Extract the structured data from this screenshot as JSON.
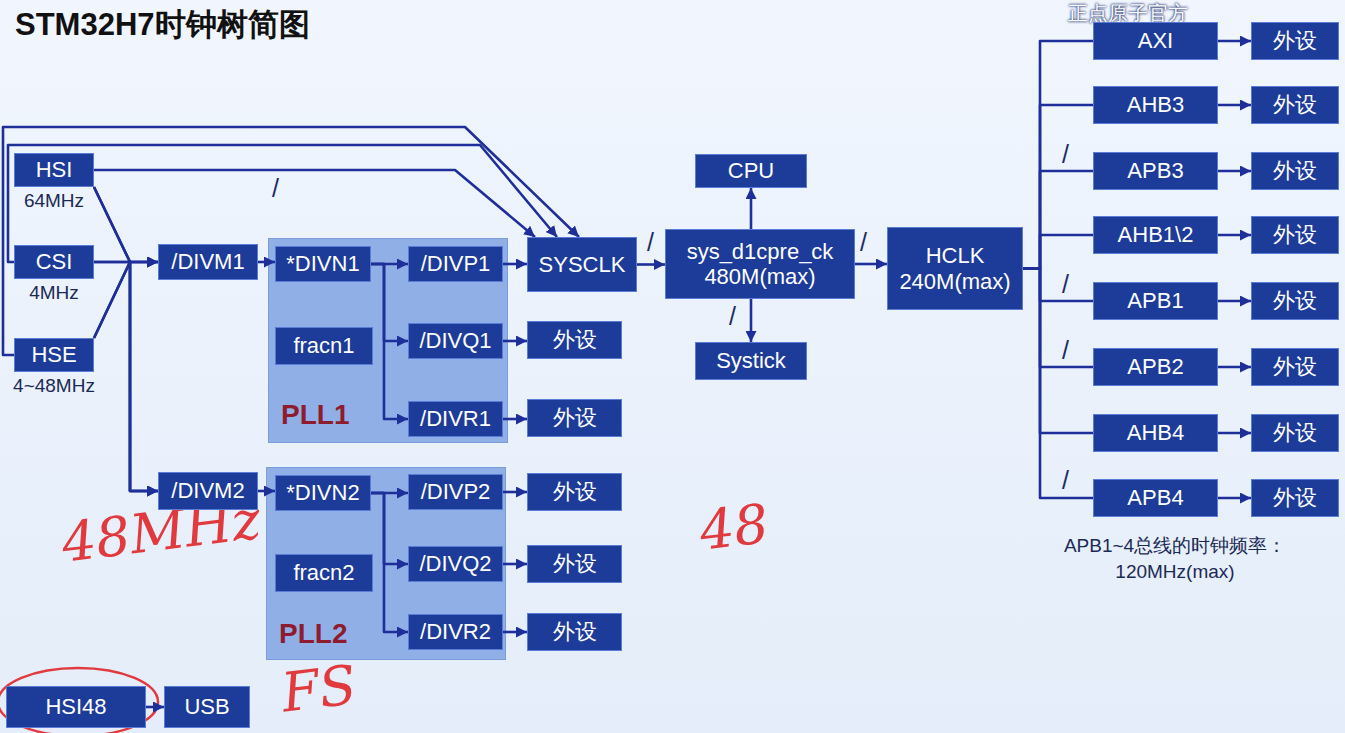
{
  "diagram": {
    "title": "STM32H7时钟树简图",
    "nodes": [
      {
        "text": [
          "HSI",
          "64MHz"
        ]
      },
      {
        "text": [
          "CSI",
          "4MHz"
        ]
      },
      {
        "text": [
          "HSE",
          "4~48MHz"
        ]
      },
      {
        "text": [
          "/DIVM1"
        ]
      },
      {
        "text": [
          "PLL1"
        ]
      },
      {
        "text": [
          "*DIVN1"
        ],
        "in": 4
      },
      {
        "text": [
          "fracn1"
        ],
        "in": 4
      },
      {
        "text": [
          "/DIVP1"
        ],
        "in": 4
      },
      {
        "text": [
          "/DIVQ1"
        ],
        "in": 4
      },
      {
        "text": [
          "/DIVR1"
        ],
        "in": 4
      },
      {
        "text": [
          "外设"
        ]
      },
      {
        "text": [
          "外设"
        ]
      },
      {
        "text": [
          "SYSCLK"
        ]
      },
      {
        "text": [
          "/DIVM2"
        ]
      },
      {
        "text": [
          "PLL2"
        ]
      },
      {
        "text": [
          "*DIVN2"
        ],
        "in": 14
      },
      {
        "text": [
          "fracn2"
        ],
        "in": 14
      },
      {
        "text": [
          "/DIVP2"
        ],
        "in": 14
      },
      {
        "text": [
          "/DIVQ2"
        ],
        "in": 14
      },
      {
        "text": [
          "/DIVR2"
        ],
        "in": 14
      },
      {
        "text": [
          "外设"
        ]
      },
      {
        "text": [
          "外设"
        ]
      },
      {
        "text": [
          "外设"
        ]
      },
      {
        "text": [
          "CPU"
        ]
      },
      {
        "text": [
          "sys_d1cpre_ck 480M(max)"
        ]
      },
      {
        "text": [
          "Systick"
        ]
      },
      {
        "text": [
          "HCLK 240M(max)"
        ]
      },
      {
        "text": [
          "AXI"
        ]
      },
      {
        "text": [
          "外设"
        ]
      },
      {
        "text": [
          "AHB3"
        ]
      },
      {
        "text": [
          "外设"
        ]
      },
      {
        "text": [
          "APB3"
        ]
      },
      {
        "text": [
          "外设"
        ]
      },
      {
        "text": [
          "AHB1\\2"
        ]
      },
      {
        "text": [
          "外设"
        ]
      },
      {
        "text": [
          "APB1"
        ]
      },
      {
        "text": [
          "外设"
        ]
      },
      {
        "text": [
          "APB2"
        ]
      },
      {
        "text": [
          "外设"
        ]
      },
      {
        "text": [
          "AHB4"
        ]
      },
      {
        "text": [
          "外设"
        ]
      },
      {
        "text": [
          "APB4"
        ]
      },
      {
        "text": [
          "外设"
        ]
      },
      {
        "text": [
          "HSI48"
        ]
      },
      {
        "text": [
          "USB"
        ]
      }
    ],
    "edges": [
      {
        "from": 0,
        "to": 12,
        "arrow": "to"
      },
      {
        "from": 1,
        "to": 12,
        "arrow": "to"
      },
      {
        "from": 2,
        "to": 12,
        "arrow": "to"
      },
      {
        "from": 0,
        "to": 3,
        "arrow": "to"
      },
      {
        "from": 1,
        "to": 3,
        "arrow": "to"
      },
      {
        "from": 2,
        "to": 3,
        "arrow": "to"
      },
      {
        "from": 0,
        "to": 13,
        "arrow": "to"
      },
      {
        "from": 1,
        "to": 13,
        "arrow": "to"
      },
      {
        "from": 2,
        "to": 13,
        "arrow": "to"
      },
      {
        "from": 3,
        "to": 5,
        "arrow": "to"
      },
      {
        "from": 5,
        "to": 7,
        "arrow": "to"
      },
      {
        "from": 5,
        "to": 8,
        "arrow": "to"
      },
      {
        "from": 5,
        "to": 9,
        "arrow": "to"
      },
      {
        "from": 7,
        "to": 12,
        "arrow": "to"
      },
      {
        "from": 8,
        "to": 10,
        "arrow": "to"
      },
      {
        "from": 9,
        "to": 11,
        "arrow": "to"
      },
      {
        "from": 13,
        "to": 15,
        "arrow": "to"
      },
      {
        "from": 15,
        "to": 17,
        "arrow": "to"
      },
      {
        "from": 15,
        "to": 18,
        "arrow": "to"
      },
      {
        "from": 15,
        "to": 19,
        "arrow": "to"
      },
      {
        "from": 17,
        "to": 20,
        "arrow": "to"
      },
      {
        "from": 18,
        "to": 21,
        "arrow": "to"
      },
      {
        "from": 19,
        "to": 22,
        "arrow": "to"
      },
      {
        "from": 12,
        "to": 24,
        "arrow": "to"
      },
      {
        "from": 24,
        "to": 23,
        "arrow": "to"
      },
      {
        "from": 24,
        "to": 25,
        "arrow": "to"
      },
      {
        "from": 24,
        "to": 26,
        "arrow": "to"
      },
      {
        "from": 26,
        "to": 27,
        "arrow": "none"
      },
      {
        "from": 26,
        "to": 29,
        "arrow": "none"
      },
      {
        "from": 26,
        "to": 31,
        "arrow": "none"
      },
      {
        "from": 26,
        "to": 33,
        "arrow": "none"
      },
      {
        "from": 26,
        "to": 35,
        "arrow": "none"
      },
      {
        "from": 26,
        "to": 37,
        "arrow": "none"
      },
      {
        "from": 26,
        "to": 39,
        "arrow": "none"
      },
      {
        "from": 26,
        "to": 41,
        "arrow": "none"
      },
      {
        "from": 27,
        "to": 28,
        "arrow": "to"
      },
      {
        "from": 29,
        "to": 30,
        "arrow": "to"
      },
      {
        "from": 31,
        "to": 32,
        "arrow": "to"
      },
      {
        "from": 33,
        "to": 34,
        "arrow": "to"
      },
      {
        "from": 35,
        "to": 36,
        "arrow": "to"
      },
      {
        "from": 37,
        "to": 38,
        "arrow": "to"
      },
      {
        "from": 39,
        "to": 40,
        "arrow": "to"
      },
      {
        "from": 41,
        "to": 42,
        "arrow": "to"
      },
      {
        "from": 43,
        "to": 44,
        "arrow": "to"
      }
    ],
    "labels": [
      "/",
      "/",
      "/",
      "/",
      "/",
      "/",
      "/",
      "/",
      "APB1~4总线的时钟频率： 120MHz(max)",
      "48MHz",
      "48",
      "FS",
      "正点原子官方"
    ]
  }
}
